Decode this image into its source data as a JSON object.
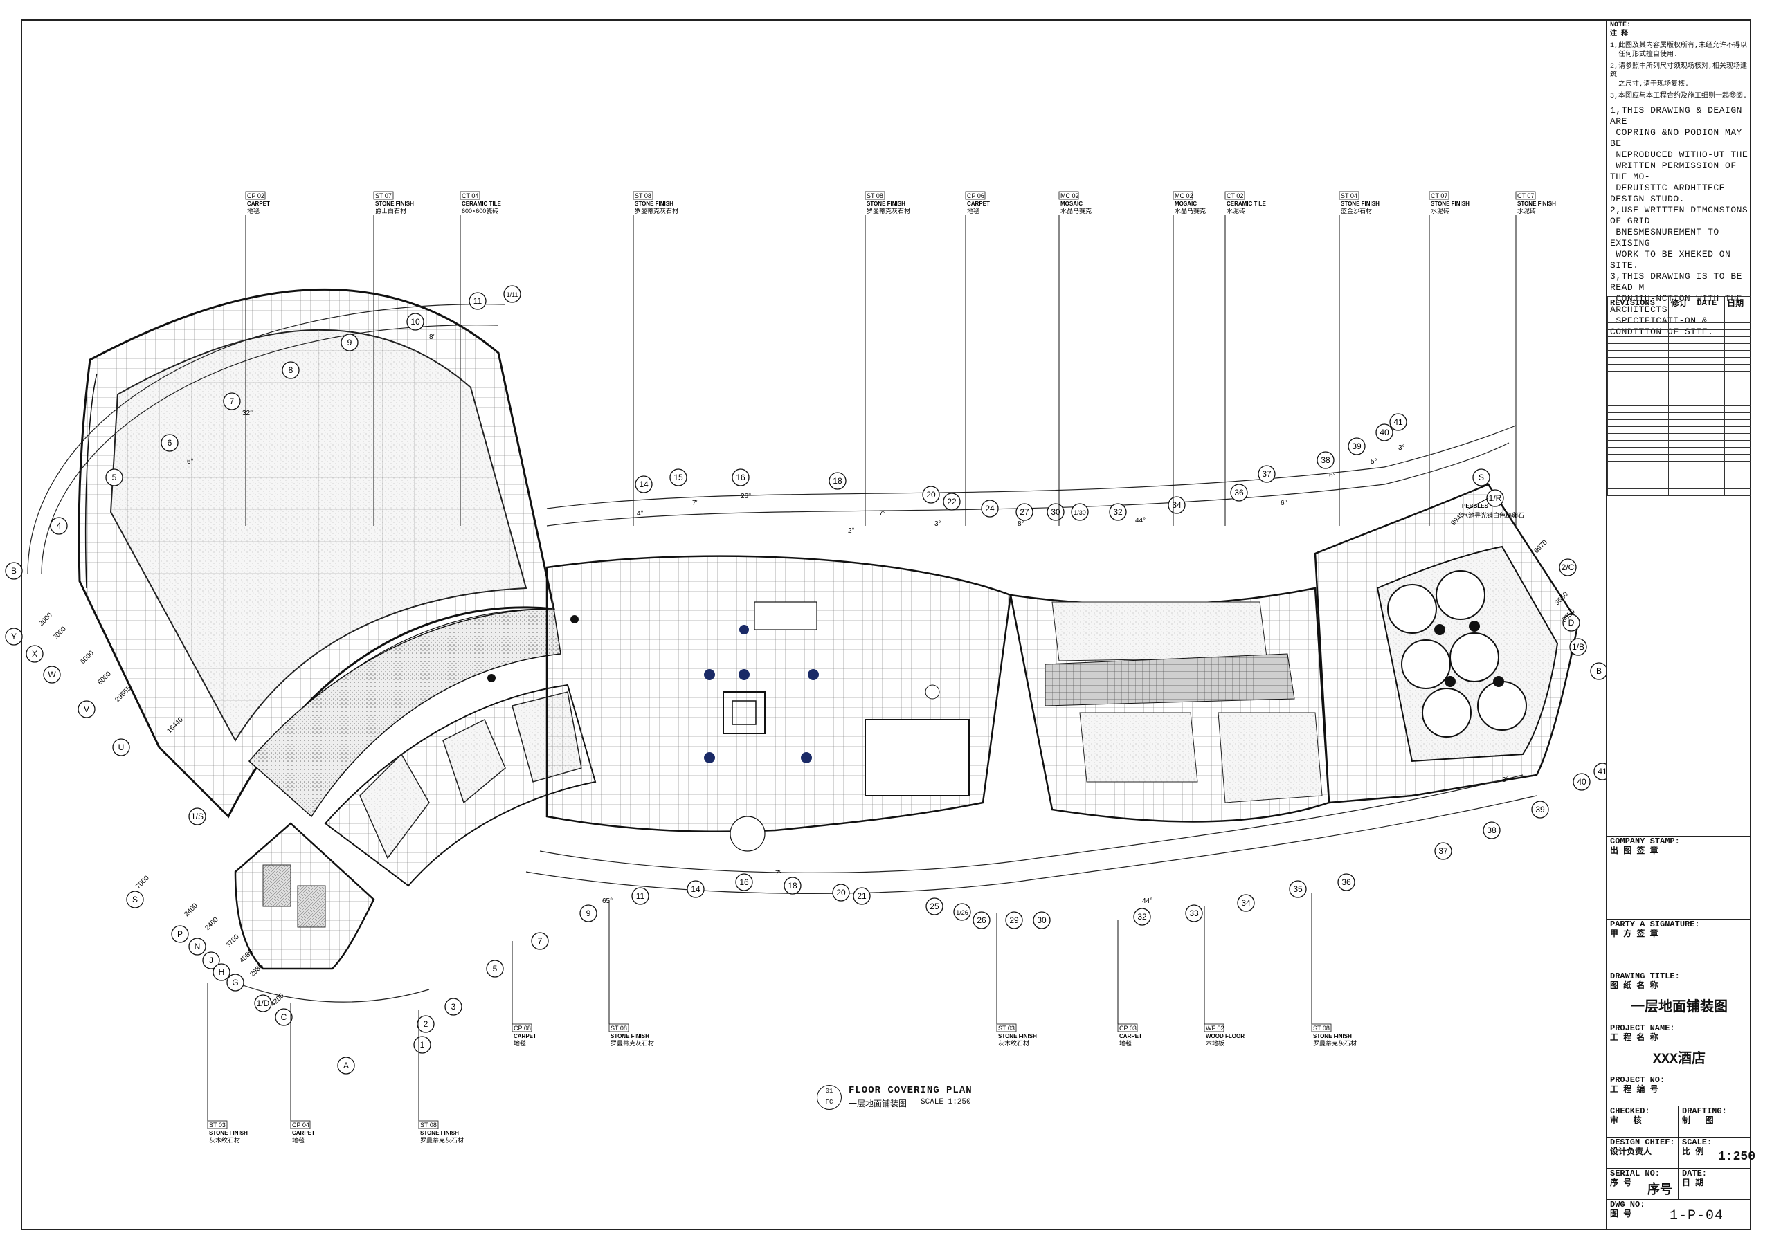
{
  "notes": {
    "heading": "NOTE:\n注 释",
    "cn": [
      "1,此图及其内容属版权所有,未经允许不得以\n  任何形式擅自使用.",
      "2,请参照中所列尺寸须现场核对,相关现场建筑\n  之尺寸,请于现场复核.",
      "3,本图应与本工程合约及施工细则一起参阅."
    ],
    "en": "1,THIS DRAWING & DEAIGN ARE\n COPRING &NO PODION MAY BE\n NEPRODUCED WITHO-UT THE\n WRITTEN PERMISSION OF THE MO-\n DERUISTIC ARDHITECE DESIGN STUDO.\n2,USE WRITTEN DIMCNSIONS OF GRID\n BNESMESNUREMENT TO EXISING\n WORK TO BE XHEKED ON SITE.\n3,THIS DRAWING IS TO BE READ M\n CONJIU-NCTION WITH THE ARCHITECTS\n SPECTFICATI-ON & CONDITION OF SITE."
  },
  "revisions": {
    "col1": "REVISIONS",
    "col2": "修订",
    "col3": "DATE",
    "col4": "日期"
  },
  "titleblock": {
    "company_stamp": "COMPANY STAMP:\n出 图 签 章",
    "party_a": "PARTY A SIGNATURE:\n甲 方 签 章",
    "drawing_title_lbl": "DRAWING TITLE:\n图 纸 名 称",
    "drawing_title": "一层地面铺装图",
    "project_name_lbl": "PROJECT NAME:\n工 程 名 称",
    "project_name": "XXX酒店",
    "project_no_lbl": "PROJECT NO:\n工 程 编 号",
    "checked_lbl": "CHECKED:\n审   核",
    "drafting_lbl": "DRAFTING:\n制   图",
    "design_chief_lbl": "DESIGN CHIEF:\n设计负责人",
    "scale_lbl": "SCALE:\n比 例",
    "scale": "1:250",
    "serial_no_lbl": "SERIAL NO:\n序 号",
    "serial_no": "序号",
    "date_lbl": "DATE:\n日 期",
    "dwg_no_lbl": "DWG NO:\n图 号",
    "dwg_no": "1-P-04"
  },
  "plan_title": {
    "num_top": "01",
    "num_bottom": "FC",
    "en": "FLOOR COVERING PLAN",
    "cn": "一层地面铺装图",
    "scale": "SCALE 1:250"
  },
  "top_tags": [
    {
      "code": "CP  02",
      "en": "CARPET",
      "cn": "地毯"
    },
    {
      "code": "ST  07",
      "en": "STONE FINISH",
      "cn": "爵士白石材"
    },
    {
      "code": "CT  04",
      "en": "CERAMIC TILE",
      "cn": "600×600瓷砖"
    },
    {
      "code": "ST  08",
      "en": "STONE FINISH",
      "cn": "罗曼蒂克灰石材"
    },
    {
      "code": "ST  08",
      "en": "STONE FINISH",
      "cn": "罗曼蒂克灰石材"
    },
    {
      "code": "CP  06",
      "en": "CARPET",
      "cn": "地毯"
    },
    {
      "code": "MC  02",
      "en": "MOSAIC",
      "cn": "水晶马赛克"
    },
    {
      "code": "MC  02",
      "en": "MOSAIC",
      "cn": "水晶马赛克"
    },
    {
      "code": "CT  02",
      "en": "CERAMIC TILE",
      "cn": "水泥砖"
    },
    {
      "code": "ST  04",
      "en": "STONE FINISH",
      "cn": "蓝金沙石材"
    },
    {
      "code": "CT  07",
      "en": "STONE FINISH",
      "cn": "水泥砖"
    },
    {
      "code": "CT  07",
      "en": "STONE FINISH",
      "cn": "水泥砖"
    }
  ],
  "bottom_tags": [
    {
      "code": "CP  08",
      "en": "CARPET",
      "cn": "地毯"
    },
    {
      "code": "ST  08",
      "en": "STONE FINISH",
      "cn": "罗曼蒂克灰石材"
    },
    {
      "code": "ST  03",
      "en": "STONE FINISH",
      "cn": "灰木纹石材"
    },
    {
      "code": "CP  03",
      "en": "CARPET",
      "cn": "地毯"
    },
    {
      "code": "WF  02",
      "en": "WOOD FLOOR",
      "cn": "木地板"
    },
    {
      "code": "ST  08",
      "en": "STONE FINISH",
      "cn": "罗曼蒂克灰石材"
    },
    {
      "code": "ST  03",
      "en": "STONE FINISH",
      "cn": "灰木纹石材"
    },
    {
      "code": "CP  04",
      "en": "CARPET",
      "cn": "地毯"
    },
    {
      "code": "ST  08",
      "en": "STONE FINISH",
      "cn": "罗曼蒂克灰石材"
    }
  ],
  "pebble_note": {
    "en": "PEBBLES",
    "cn": "水池寻光铺白色鹅卵石"
  },
  "grid_top": [
    "4",
    "5",
    "6",
    "7",
    "8",
    "9",
    "10",
    "11",
    "1/11",
    "14",
    "15",
    "16",
    "18",
    "20",
    "22",
    "24",
    "27",
    "30",
    "1/30",
    "32",
    "34",
    "36",
    "37",
    "38",
    "39",
    "40",
    "41"
  ],
  "grid_bottom": [
    "9",
    "11",
    "14",
    "16",
    "18",
    "20",
    "21",
    "25",
    "1/26",
    "26",
    "29",
    "30",
    "32",
    "33",
    "34",
    "35",
    "36",
    "37",
    "38",
    "39",
    "40",
    "41"
  ],
  "grid_left": [
    "B",
    "Y",
    "X",
    "W",
    "V",
    "U",
    "1/S",
    "S",
    "P",
    "N",
    "J",
    "H",
    "G",
    "1/D",
    "C",
    "A",
    "1",
    "2",
    "3",
    "5",
    "7"
  ],
  "grid_right": [
    "S",
    "1/R",
    "2/C",
    "D",
    "1/B",
    "B"
  ],
  "dims": [
    "3000",
    "3000",
    "6000",
    "6000",
    "29865",
    "16440",
    "7000",
    "2400",
    "2400",
    "3700",
    "4085",
    "2985",
    "4200",
    "9945",
    "6970",
    "3650",
    "3650"
  ],
  "angles": [
    "32°",
    "26°",
    "44°",
    "65°",
    "44°",
    "8°",
    "8°",
    "6°",
    "4°",
    "7°",
    "7°",
    "7°",
    "3°",
    "2°",
    "6°",
    "6°",
    "5°",
    "3°",
    "3°"
  ]
}
